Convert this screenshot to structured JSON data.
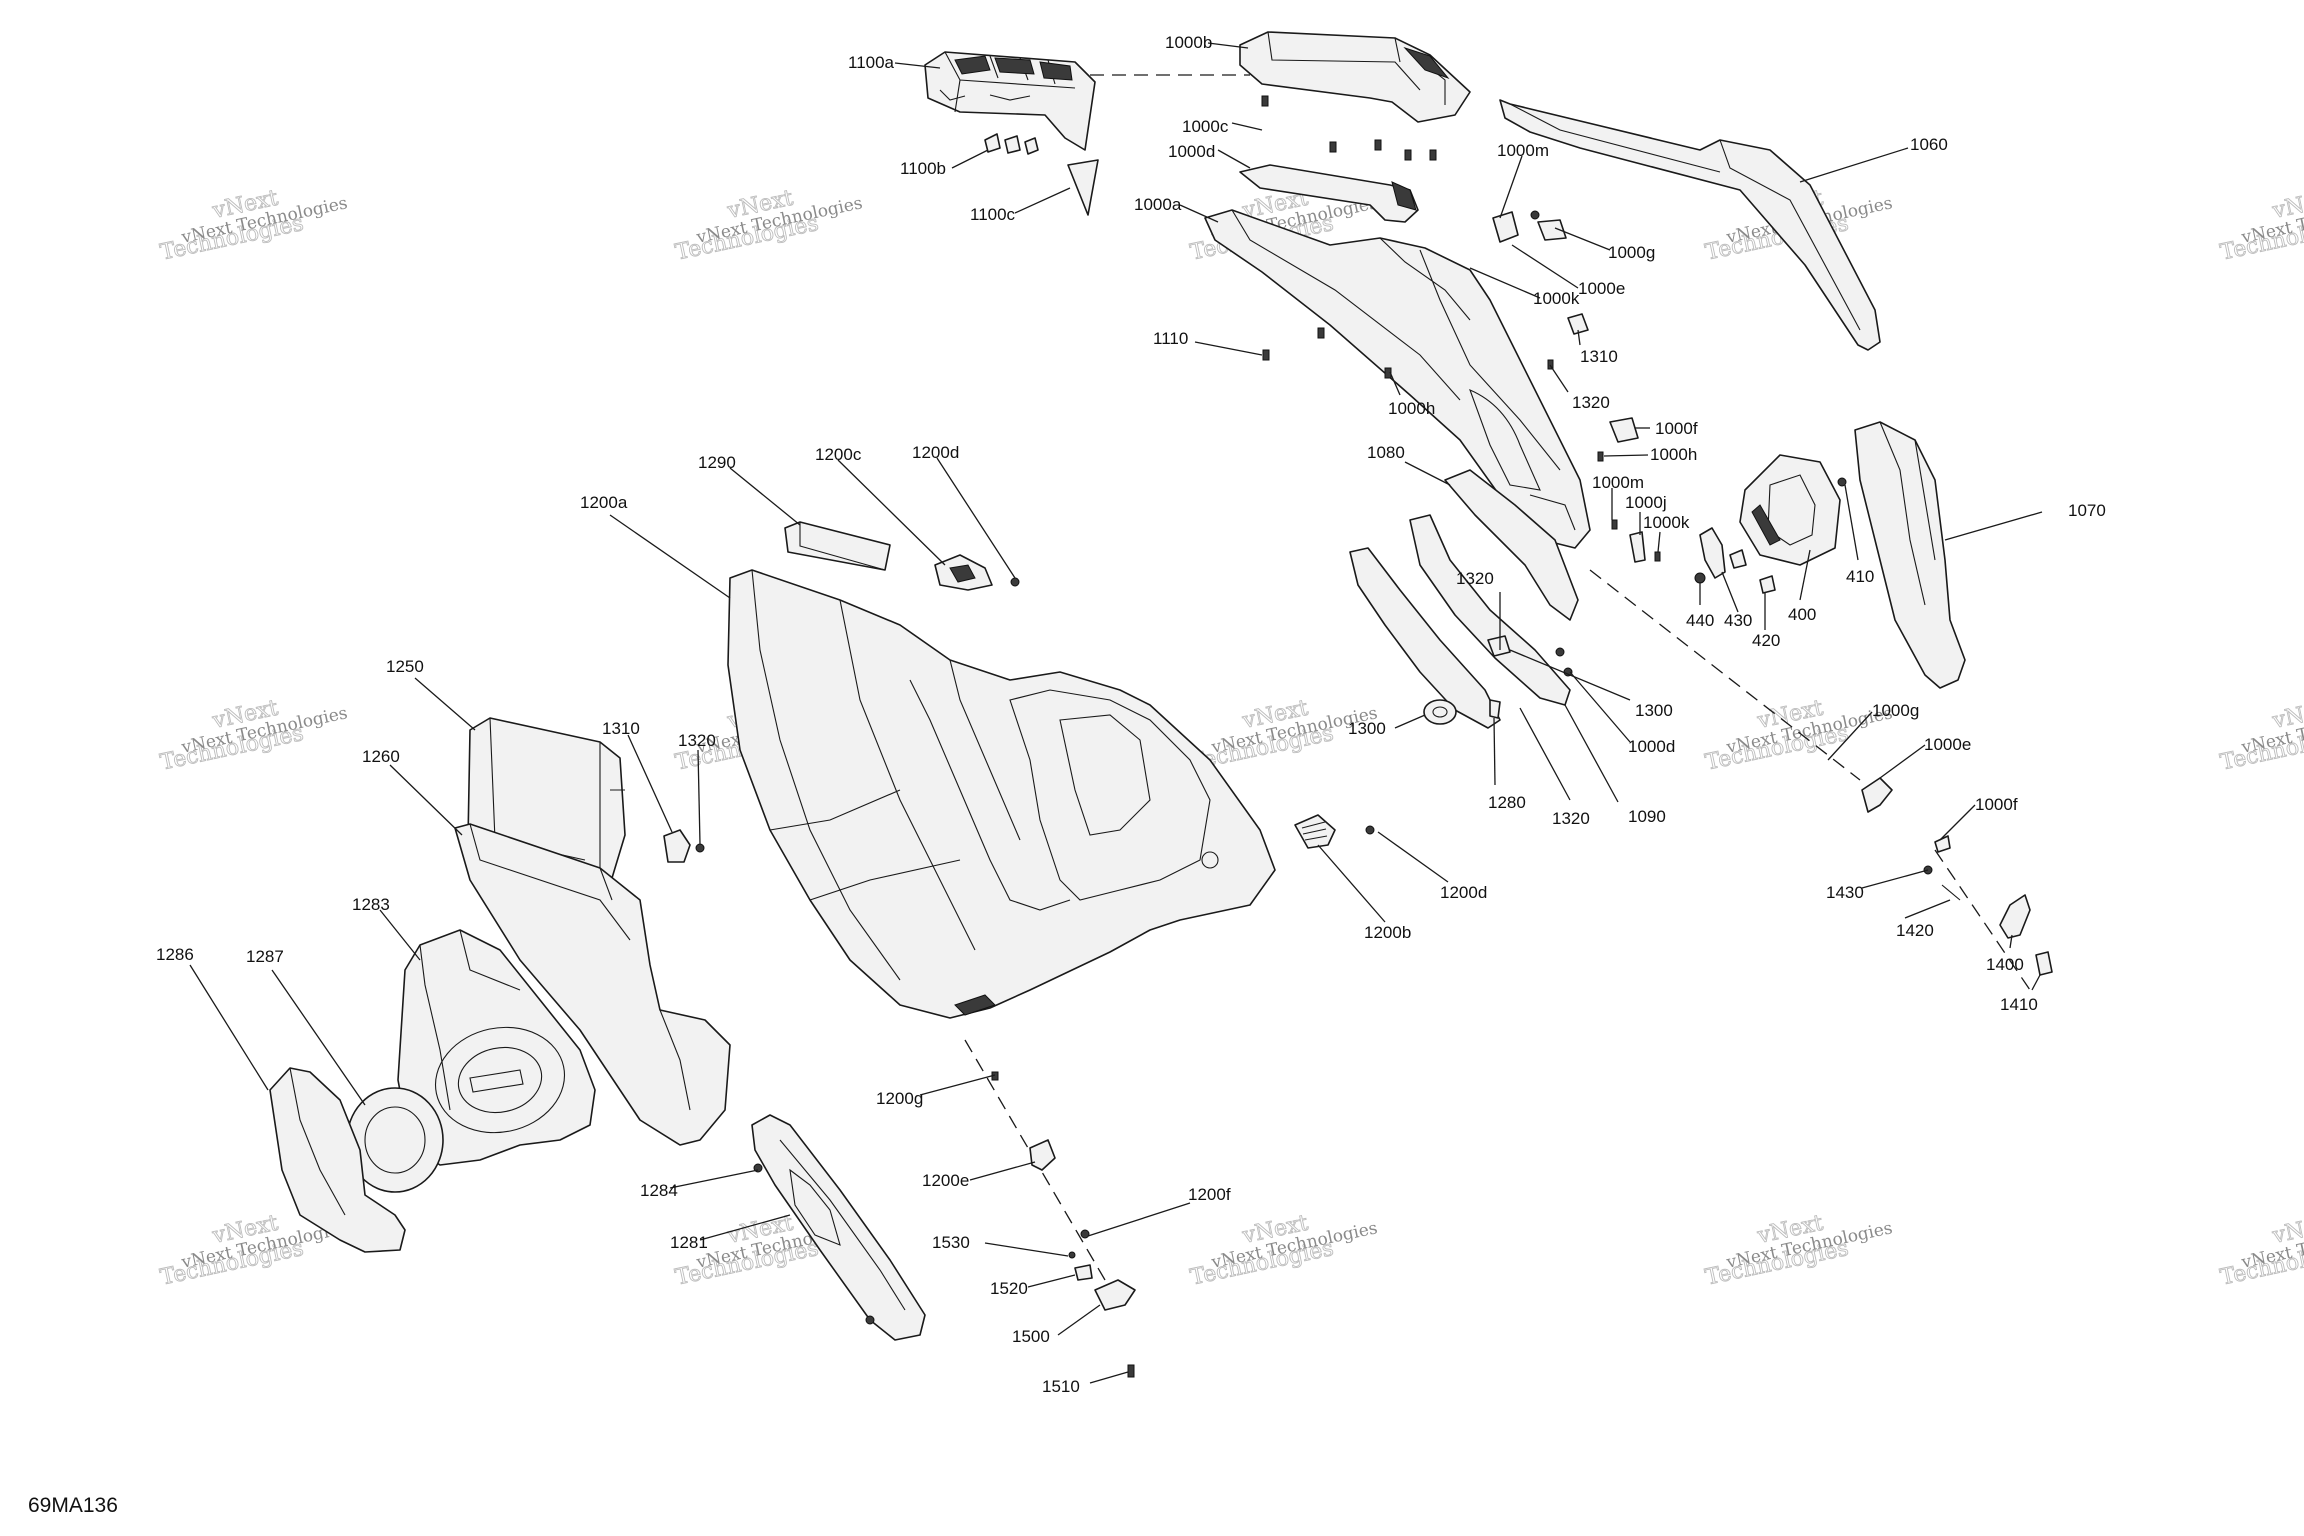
{
  "reference_code": "69MA136",
  "watermark": {
    "line1": "vNext",
    "line2": "Technologies",
    "small": "vNext Technologies"
  },
  "callouts": {
    "c1100a": "1100a",
    "c1100b": "1100b",
    "c1100c": "1100c",
    "c1000b": "1000b",
    "c1000c": "1000c",
    "c1000d_top": "1000d",
    "c1000a": "1000a",
    "c1000m_top": "1000m",
    "c1000g_top": "1000g",
    "c1000e_top": "1000e",
    "c1000k_top": "1000k",
    "c1060": "1060",
    "c1110": "1110",
    "c1310_top": "1310",
    "c1320_top": "1320",
    "c1000h_top": "1000h",
    "c1000f_top": "1000f",
    "c1000h_mid": "1000h",
    "c1000m_mid": "1000m",
    "c1000j": "1000j",
    "c1000k_mid": "1000k",
    "c1080": "1080",
    "c1070": "1070",
    "c410": "410",
    "c400": "400",
    "c440": "440",
    "c430": "430",
    "c420": "420",
    "c1320_mid": "1320",
    "c1300_right": "1300",
    "c1000d_mid": "1000d",
    "c1300_left": "1300",
    "c1280": "1280",
    "c1320_low": "1320",
    "c1090": "1090",
    "c1000g_low": "1000g",
    "c1000e_low": "1000e",
    "c1000f_low": "1000f",
    "c1430": "1430",
    "c1420": "1420",
    "c1400": "1400",
    "c1410": "1410",
    "c1290": "1290",
    "c1200c": "1200c",
    "c1200d_top": "1200d",
    "c1200a": "1200a",
    "c1250": "1250",
    "c1310_left": "1310",
    "c1320_left": "1320",
    "c1260": "1260",
    "c1283": "1283",
    "c1286": "1286",
    "c1287": "1287",
    "c1200d_right": "1200d",
    "c1200b": "1200b",
    "c1200g": "1200g",
    "c1200e": "1200e",
    "c1200f": "1200f",
    "c1284": "1284",
    "c1281": "1281",
    "c1530": "1530",
    "c1520": "1520",
    "c1500": "1500",
    "c1510": "1510"
  }
}
